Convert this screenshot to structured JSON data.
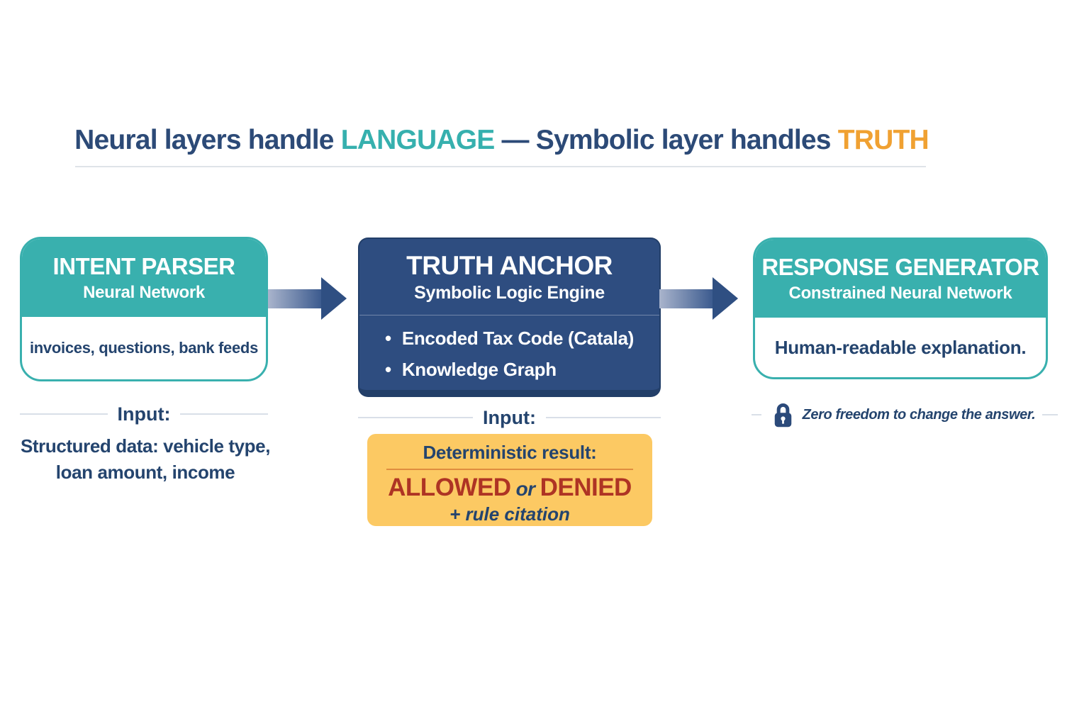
{
  "title": {
    "part1": "Neural layers handle ",
    "highlight1": "LANGUAGE",
    "part2": " — Symbolic layer handles ",
    "highlight2": "TRUTH"
  },
  "colors": {
    "teal": "#39b0ae",
    "navy": "#2e4d80",
    "text_navy": "#24446e",
    "orange": "#f0a132",
    "yellow_panel": "#fcc963",
    "yellow_divider": "#df8d3f",
    "red": "#ae3424",
    "light_rule": "#d9dfe8"
  },
  "stages": [
    {
      "name": "INTENT PARSER",
      "subtitle": "Neural Network",
      "body": "invoices, questions, bank feeds",
      "section_label": "Input:",
      "note_line1": "Structured data: vehicle type,",
      "note_line2": "loan amount, income"
    },
    {
      "name": "TRUTH ANCHOR",
      "subtitle": "Symbolic Logic Engine",
      "bullets": [
        "Encoded Tax Code (Catala)",
        "Knowledge Graph"
      ],
      "section_label": "Input:",
      "result": {
        "label": "Deterministic result:",
        "allowed": "ALLOWED",
        "or": "or",
        "denied": "DENIED",
        "citation": "+ rule citation"
      }
    },
    {
      "name": "RESPONSE GENERATOR",
      "subtitle": "Constrained Neural Network",
      "body": "Human-readable explanation.",
      "lock_note": "Zero freedom to change the answer."
    }
  ]
}
